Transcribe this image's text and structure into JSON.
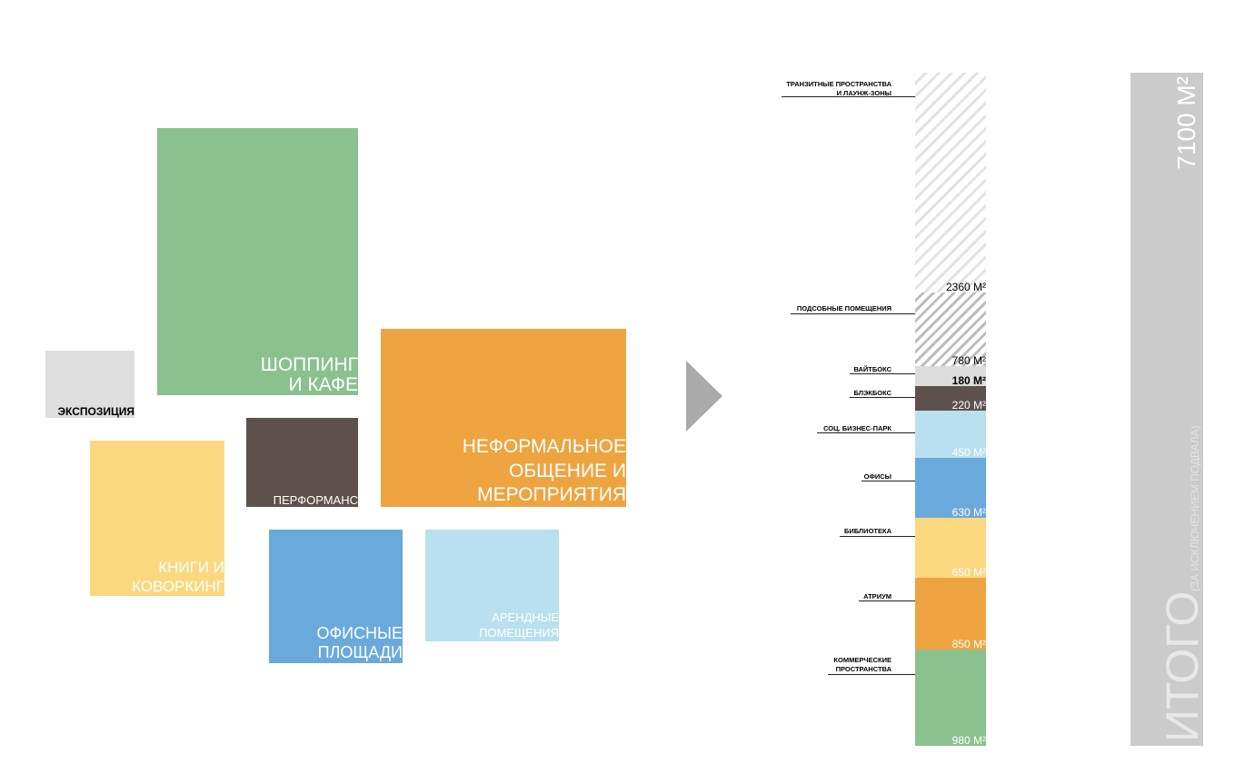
{
  "blocks": {
    "exposition": "ЭКСПОЗИЦИЯ",
    "shopping": "ШОППИНГ\nИ КАФЕ",
    "performance": "ПЕРФОРМАНС",
    "informal": "НЕФОРМАЛЬНОЕ\nОБЩЕНИЕ И\nМЕРОПРИЯТИЯ",
    "books": "КНИГИ И\nКОВОРКИНГ",
    "offices": "ОФИСНЫЕ\nПЛОЩАДИ",
    "rental": "АРЕНДНЫЕ\nПОМЕЩЕНИЯ"
  },
  "stack": [
    {
      "label": "ТРАНЗИТНЫЕ ПРОСТРАНСТВА\nИ ЛАУНЖ-ЗОНЫ",
      "value": "2360 М²",
      "color": "hatch-light"
    },
    {
      "label": "ПОДСОБНЫЕ ПОМЕЩЕНИЯ",
      "value": "780 М²",
      "color": "hatch-dark"
    },
    {
      "label": "ВАЙТБОКС",
      "value": "180 М²",
      "color": "#dcdcdc"
    },
    {
      "label": "БЛЭКБОКС",
      "value": "220 М²",
      "color": "#5c514c"
    },
    {
      "label": "СОЦ. БИЗНЕС-ПАРК",
      "value": "450 М²",
      "color": "#b8e0ee"
    },
    {
      "label": "ОФИСЫ",
      "value": "630 М²",
      "color": "#6aa9db"
    },
    {
      "label": "БИБЛИОТЕКА",
      "value": "650 М²",
      "color": "#fbd87f"
    },
    {
      "label": "АТРИУМ",
      "value": "850 М²",
      "color": "#eea441"
    },
    {
      "label": "КОММЕРЧЕСКИЕ\nПРОСТРАНСТВА",
      "value": "980 М²",
      "color": "#8ac18e"
    }
  ],
  "total": {
    "label": "ИТОГО",
    "note": "(ЗА ИСКЛЮЧЕНИЕМ ПОДВАЛА)",
    "value": "7100 М²"
  }
}
